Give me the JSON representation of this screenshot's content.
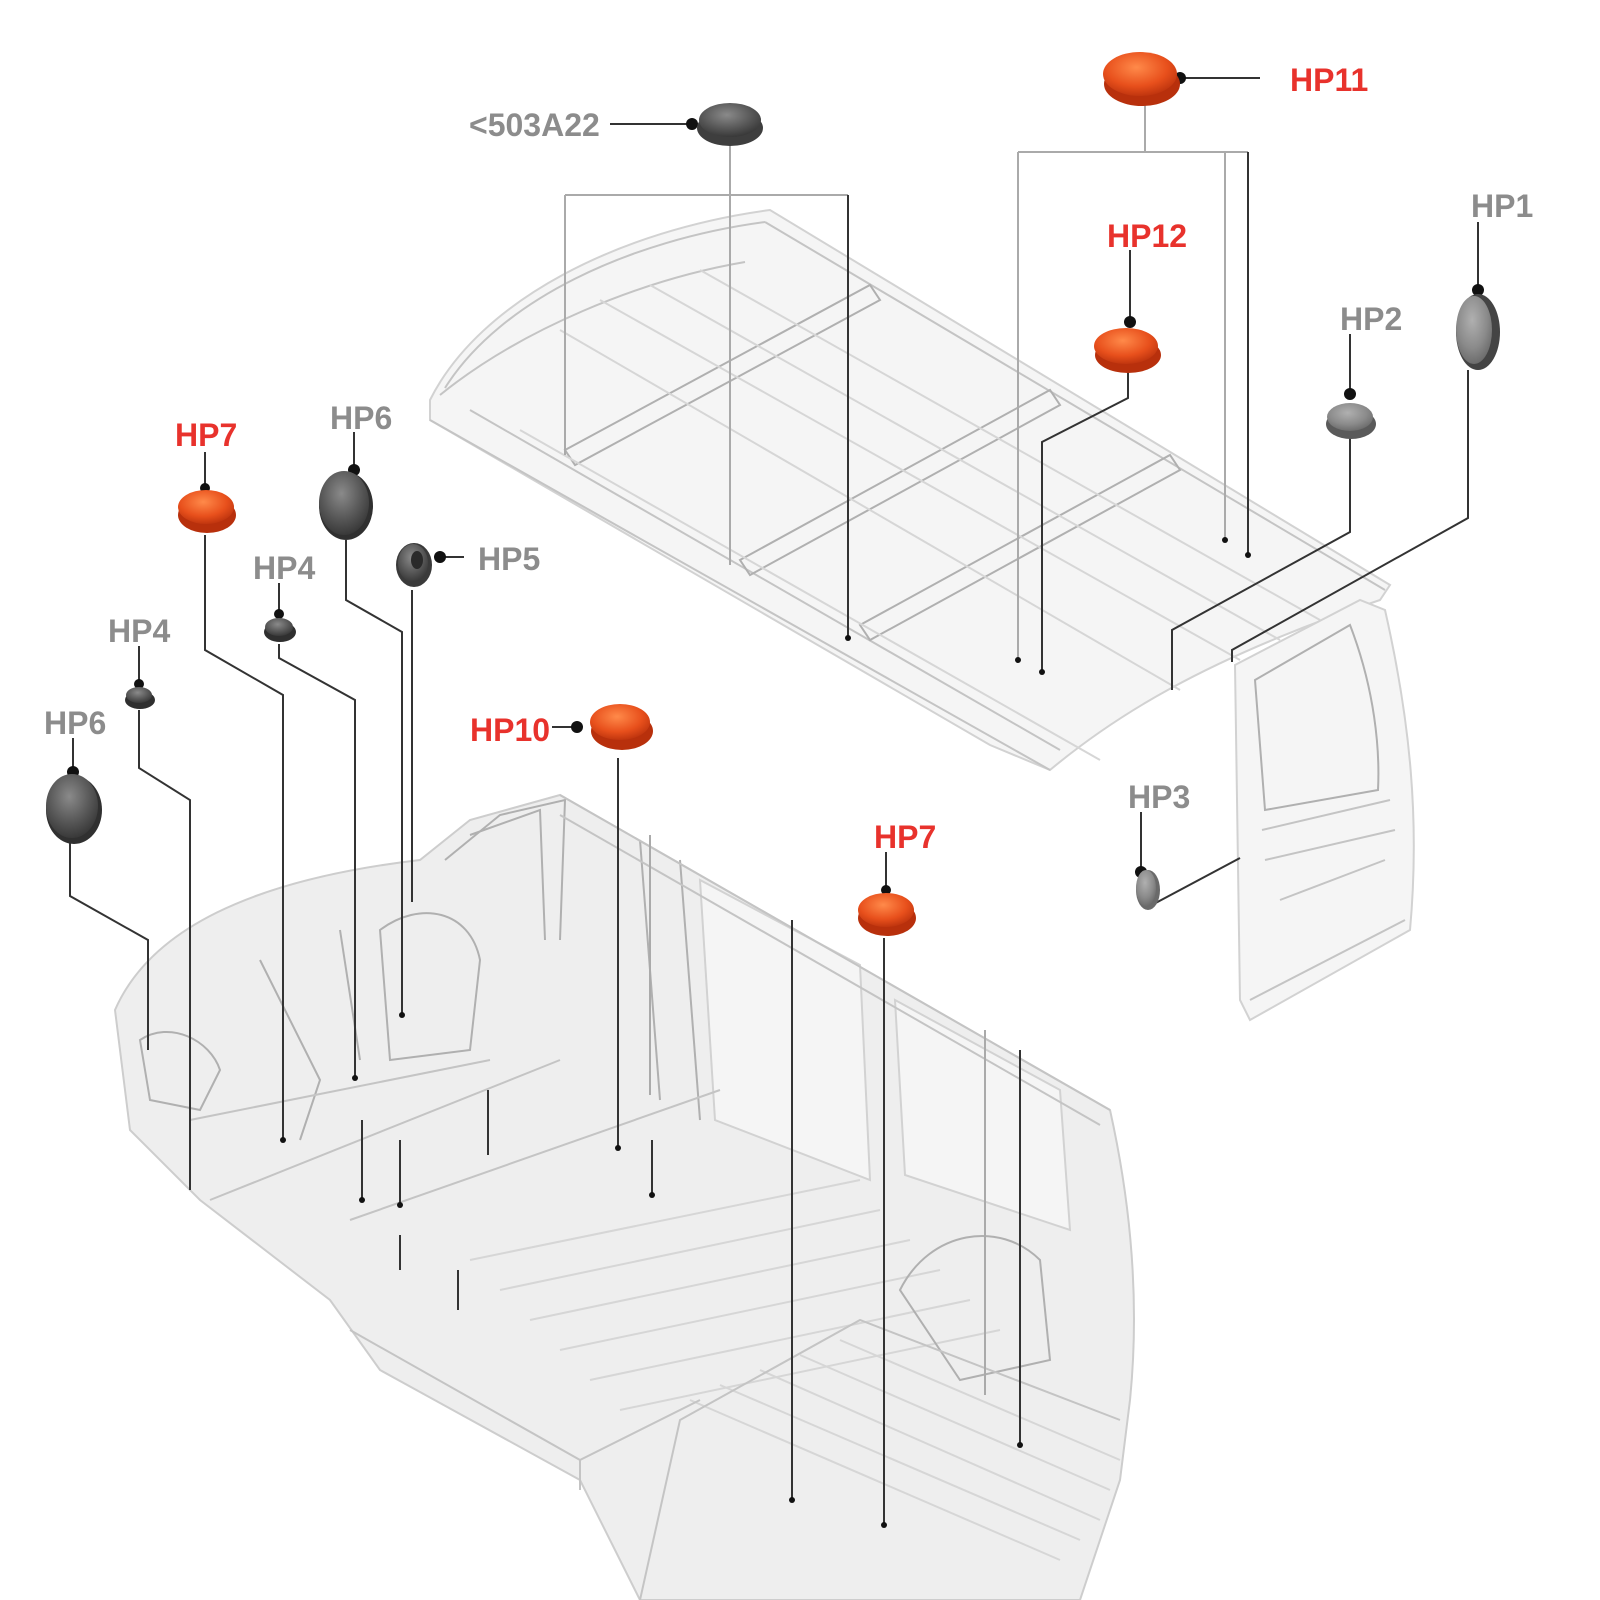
{
  "labels": {
    "ref_503a22": "<503A22",
    "hp1": "HP1",
    "hp2": "HP2",
    "hp3": "HP3",
    "hp4_upper": "HP4",
    "hp4_lower": "HP4",
    "hp5": "HP5",
    "hp6_upper": "HP6",
    "hp6_lower": "HP6",
    "hp7_left": "HP7",
    "hp7_right": "HP7",
    "hp10": "HP10",
    "hp11": "HP11",
    "hp12": "HP12"
  },
  "colors": {
    "highlight_label": "#e8322c",
    "highlight_plug": "#e8501c",
    "standard_label": "#8c8c8c",
    "standard_plug": "#4a4a4a",
    "body_outline": "#c4c4c4",
    "leader_line": "#333333"
  }
}
